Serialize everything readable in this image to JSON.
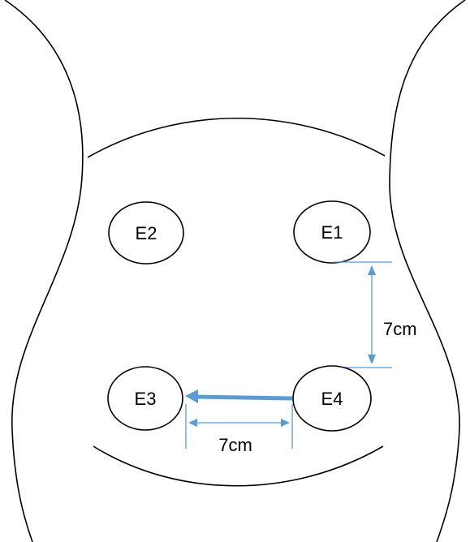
{
  "colors": {
    "outline": "#000000",
    "dimension": "#5b9bd5",
    "arrow": "#5b9bd5"
  },
  "electrodes": {
    "e1": "E1",
    "e2": "E2",
    "e3": "E3",
    "e4": "E4"
  },
  "dimensions": {
    "vertical": "7cm",
    "horizontal": "7cm"
  }
}
